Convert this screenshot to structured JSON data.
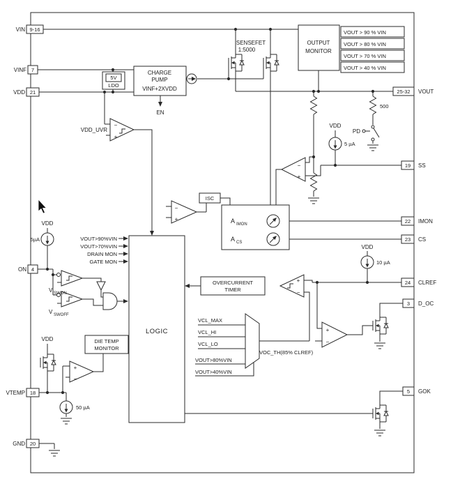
{
  "colors": {
    "wire": "#2a2a2a",
    "text": "#1c1c1c",
    "bg": "#ffffff"
  },
  "pins": {
    "left": [
      {
        "label": "VIN",
        "num": "9-16"
      },
      {
        "label": "VINF",
        "num": "7"
      },
      {
        "label": "VDD",
        "num": "21"
      },
      {
        "label": "ON",
        "num": "4"
      },
      {
        "label": "VTEMP",
        "num": "18"
      },
      {
        "label": "GND",
        "num": "20"
      }
    ],
    "right": [
      {
        "num": "25-32",
        "label": "VOUT"
      },
      {
        "num": "19",
        "label": "SS"
      },
      {
        "num": "22",
        "label": "IMON"
      },
      {
        "num": "23",
        "label": "CS"
      },
      {
        "num": "24",
        "label": "CLREF"
      },
      {
        "num": "3",
        "label": "D_OC"
      },
      {
        "num": "5",
        "label": "GOK"
      }
    ]
  },
  "blocks": {
    "ldo": {
      "line1": "5V",
      "line2": "LDO"
    },
    "charge_pump": {
      "line1": "CHARGE",
      "line2": "PUMP",
      "line3": "VINF+2XVDD"
    },
    "sensefet": {
      "line1": "SENSEFET",
      "line2": "1:5000"
    },
    "output_monitor": {
      "line1": "OUTPUT",
      "line2": "MONITOR"
    },
    "thresholds": [
      "VOUT > 90 % VIN",
      "VOUT > 80 % VIN",
      "VOUT > 70 % VIN",
      "VOUT > 40 % VIN"
    ],
    "logic": {
      "label": "LOGIC"
    },
    "overcurrent_timer": {
      "line1": "OVERCURRENT",
      "line2": "TIMER"
    },
    "die_temp": {
      "line1": "DIE TEMP",
      "line2": "MONITOR"
    },
    "isc": {
      "label": "ISC"
    },
    "amon": {
      "main": "A",
      "sub": "IMON"
    },
    "acs": {
      "main": "A",
      "sub": "CS"
    }
  },
  "signals": {
    "en": "EN",
    "vdd_uvr": "VDD_UVR",
    "logic_inputs": [
      "VOUT>90%VIN",
      "VOUT>70%VIN",
      "DRAIN MON",
      "GATE MON"
    ],
    "vswon": {
      "main": "V",
      "sub": "SWON"
    },
    "vswoff": {
      "main": "V",
      "sub": "SWOFF"
    },
    "vcl": [
      "VCL_MAX",
      "VCL_HI",
      "VCL_LO"
    ],
    "vcl_sel": [
      "VOUT>80%VIN",
      "VOUT>40%VIN"
    ],
    "voc_th": "VOC_TH(85% CLREF)"
  },
  "labels": {
    "vdd": "VDD",
    "pd": "PD"
  },
  "values": {
    "r500": "500",
    "i5_ss": "5 µA",
    "i5_on": "5µA",
    "i10": "10 µA",
    "i50": "50 µA"
  },
  "sym": {
    "plus": "+",
    "minus": "−"
  }
}
